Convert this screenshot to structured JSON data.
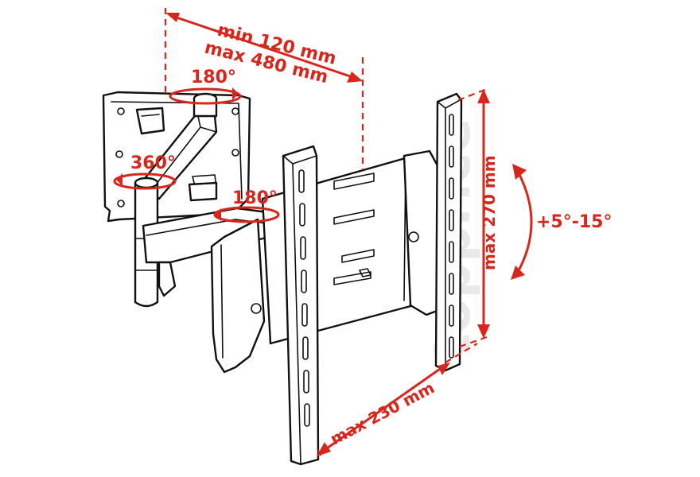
{
  "dimensions": {
    "distance_min": "min 120 mm",
    "distance_max": "max 480 mm",
    "vertical_spacing": "max 270 mm",
    "horizontal_spacing": "max 230 mm",
    "tilt": "+5°-15°"
  },
  "rotations": {
    "top_swivel": "180°",
    "wall_pivot": "360°",
    "arm_swivel": "180°"
  },
  "watermark": "topprice",
  "colors": {
    "annotation": "#d9261c",
    "line": "#111111"
  }
}
